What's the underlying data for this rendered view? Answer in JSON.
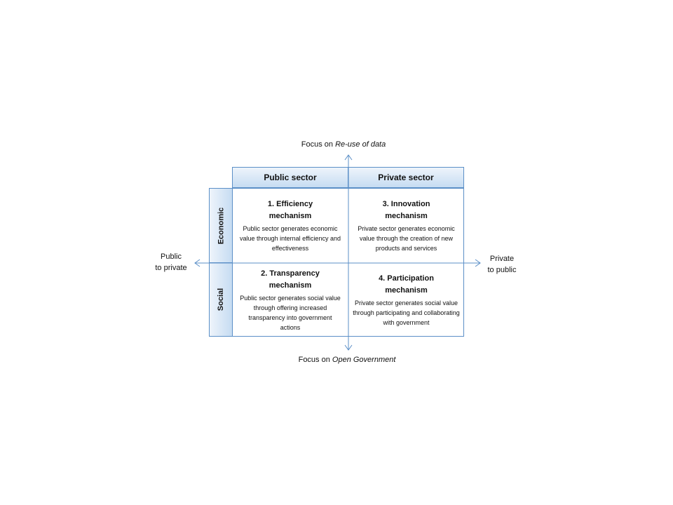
{
  "columns": {
    "public": "Public sector",
    "private": "Private sector"
  },
  "rows": {
    "economic": "Economic",
    "social": "Social"
  },
  "quadrants": {
    "q1": {
      "title": "1. Efficiency mechanism",
      "desc": "Public sector generates economic value through internal efficiency and effectiveness"
    },
    "q3": {
      "title": "3. Innovation mechanism",
      "desc": "Private sector generates economic value through the creation of new products and services"
    },
    "q2": {
      "title": "2. Transparency mechanism",
      "desc": "Public sector generates social value through offering increased transparency into government actions"
    },
    "q4": {
      "title": "4. Participation mechanism",
      "desc": "Private sector generates social value through participating and collaborating with government"
    }
  },
  "axes": {
    "top_prefix": "Focus on ",
    "top_emph": "Re-use of data",
    "bottom_prefix": "Focus on ",
    "bottom_emph": "Open Government",
    "left_line1": "Public",
    "left_line2": "to private",
    "right_line1": "Private",
    "right_line2": "to public"
  },
  "colors": {
    "accent": "#5b8fc7",
    "header_fill": "#c6dcf2"
  }
}
